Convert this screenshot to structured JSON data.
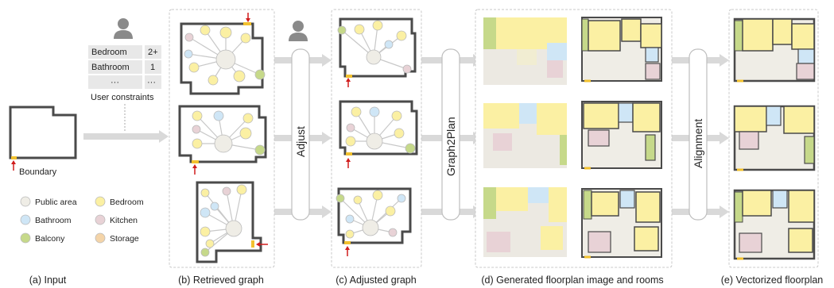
{
  "colors": {
    "public_area": "#efede6",
    "bedroom": "#fbf0a3",
    "bathroom": "#cfe6f6",
    "kitchen": "#e8d2d6",
    "balcony": "#c6d98a",
    "storage": "#f4d4a8",
    "door": "#f2c12e",
    "pointer": "#d01c1c",
    "wall": "#4a4a4a"
  },
  "input": {
    "constraints": [
      {
        "room": "Bedroom",
        "value": "2+"
      },
      {
        "room": "Bathroom",
        "value": "1"
      },
      {
        "room": "···",
        "value": "···"
      }
    ],
    "constraints_label": "User constraints",
    "boundary_label": "Boundary",
    "user_icon": "user-icon"
  },
  "legend": [
    {
      "key": "public_area",
      "label": "Public area"
    },
    {
      "key": "bedroom",
      "label": "Bedroom"
    },
    {
      "key": "bathroom",
      "label": "Bathroom"
    },
    {
      "key": "kitchen",
      "label": "Kitchen"
    },
    {
      "key": "balcony",
      "label": "Balcony"
    },
    {
      "key": "storage",
      "label": "Storage"
    }
  ],
  "stages": {
    "adjust": "Adjust",
    "graph2plan": "Graph2Plan",
    "alignment": "Alignment"
  },
  "captions": [
    "(a) Input",
    "(b) Retrieved graph",
    "(c) Adjusted graph",
    "(d) Generated floorplan image and rooms",
    "(e) Vectorized floorplan"
  ]
}
